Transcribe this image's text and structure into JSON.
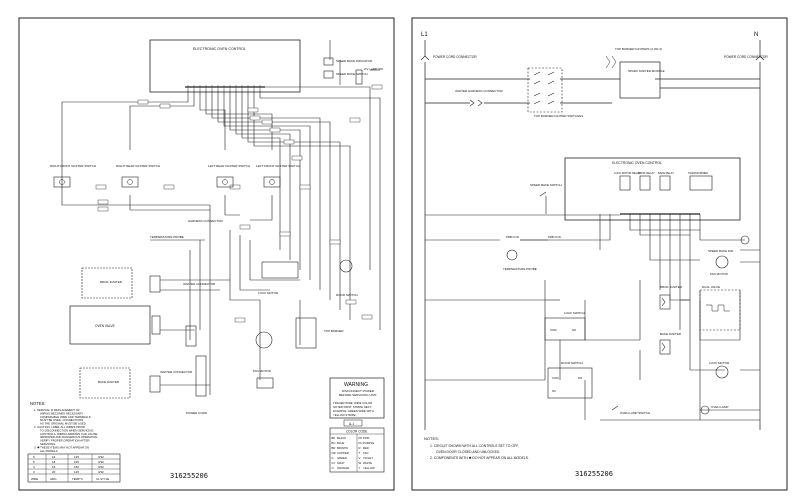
{
  "left_sheet": {
    "oven_control_label": "ELECTRONIC OVEN CONTROL",
    "speed_bake_indicator_label": "SPEED BAKE INDICATOR",
    "speed_bake_switch_label": "SPEED BAKE SWITCH",
    "oven_lamp_switch_label": "OV LAMP SW",
    "igniter_switches": [
      "RIGHT FRONT IGNITER SWITCH",
      "RIGHT REAR IGNITER SWITCH",
      "LEFT REAR IGNITER SWITCH",
      "LEFT FRONT IGNITER SWITCH"
    ],
    "harness_connector_label": "HARNESS CONNECTOR",
    "temperature_probe_label": "TEMPERATURE PROBE",
    "broil_igniter_label": "BROIL IGNITER",
    "igniter_connector_label": "IGNITER CONNECTOR",
    "oven_valve_label": "OVEN VALVE",
    "bake_igniter_label": "BAKE IGNITER",
    "lock_motor_label": "LOCK MOTOR",
    "door_switch_label": "DOOR SWITCH",
    "fan_motor_label": "FAN MOTOR",
    "power_cord_label": "POWER CORD",
    "top_burner_label": "TOP BURNER",
    "notes_title": "NOTES:",
    "notes_lines": [
      "1. SERVICE: IF REPLACEMENT OF",
      "WIRING BECOMES NECESSARY",
      "COMPARABLE WIRE AND TERMINALS",
      "MUST BE USED. CONNECTIONS",
      "AS THE ORIGINAL MUST BE USED.",
      "2. CAUTION: LABEL ALL WIRES PRIOR",
      "TO DISCONNECTION WHEN SERVICING",
      "CONTROLS. WIRING ERRORS CAN CAUSE",
      "IMPROPER AND DANGEROUS OPERATION.",
      "VERIFY PROPER OPERATION AFTER",
      "SERVICING.",
      "3. ✱ THESE ITEMS MAY NOT APPEAR ON",
      "ALL MODELS."
    ],
    "wire_table": {
      "rows": [
        [
          "6",
          "16",
          "125",
          "3/32"
        ],
        [
          "5",
          "18",
          "125",
          "3/32"
        ],
        [
          "4",
          "18",
          "150",
          "3/32"
        ],
        [
          "3",
          "20",
          "125",
          "3/32"
        ]
      ],
      "headers": [
        "WIRE",
        "AWG",
        "TEMP°C",
        "UL STYLE"
      ]
    },
    "warning_title": "WARNING",
    "warning_lines": [
      "DISCONNECT POWER",
      "BEFORE SERVICING UNIT."
    ],
    "tracer_lines": [
      "TRACER WIRE: WIRE COLOR",
      "NOTED FIRST, STRIPE NEXT.",
      "EXAMPLE: GREEN WIRE WITH",
      "YELLOW STRIPE."
    ],
    "color_code_title": "COLOR CODE",
    "color_code": [
      [
        "BK",
        "BLACK",
        "PK",
        "PINK"
      ],
      [
        "BU",
        "BLUE",
        "PU",
        "PURPLE"
      ],
      [
        "BR",
        "BROWN",
        "R",
        "RED"
      ],
      [
        "OR",
        "COPPER",
        "T",
        "TAN"
      ],
      [
        "G",
        "GREEN",
        "V",
        "VIOLET"
      ],
      [
        "GY",
        "GRAY",
        "W",
        "WHITE"
      ],
      [
        "O",
        "ORANGE",
        "Y",
        "YELLOW"
      ]
    ],
    "part_number": "316255206",
    "page_mark": "A-1"
  },
  "right_sheet": {
    "l1_label": "L1",
    "n_label": "N",
    "power_cord_connector_left": "POWER CORD CONNECTOR",
    "power_cord_connector_right": "POWER CORD CONNECTOR",
    "top_burner_igniters_label": "TOP BURNER IGNITERS (2 OR 4)",
    "spark_igniter_module_label": "SPARK IGNITER MODULE",
    "igniter_harness_connector_label": "IGNITER HARNESS CONNECTOR",
    "top_burner_igniter_switches_label": "TOP BURNER IGNITER SWITCHES",
    "oven_control_label": "ELECTRONIC OVEN CONTROL",
    "relay_labels": [
      "LOCK MOTOR RELAY",
      "BROIL RELAY",
      "BAKE RELAY",
      "TRANSFORMER"
    ],
    "speed_bake_switch_label": "SPEED BAKE SWITCH",
    "speed_bake_ind_label": "SPEED BAKE IND.",
    "fan_motor_label": "FAN MOTOR",
    "temperature_probe_label": "TEMPERATURE PROBE",
    "probe_con_labels": [
      "PRB CON",
      "PRB CON"
    ],
    "broil_igniter_label": "BROIL IGNITER",
    "dual_valve_label": "DUAL VALVE",
    "bake_igniter_label": "BAKE IGNITER",
    "lock_switch_label": "LOCK SWITCH",
    "door_switch_label": "DOOR SWITCH",
    "lock_motor_label": "LOCK MOTOR",
    "oven_lamp_switch_label": "OVEN LAMP SWITCH",
    "oven_lamp_label": "OVEN LAMP",
    "com_label": "COM",
    "no_label": "NO",
    "nc_label": "NC",
    "notes_title": "NOTES:",
    "notes_lines": [
      "1. CIRCUIT SHOWN WITH ALL CONTROLS SET TO OFF,",
      "OVEN DOOR CLOSED AND UNLOCKED.",
      "2. COMPONENTS WITH ✱ DO NOT APPEAR ON ALL MODELS."
    ],
    "part_number": "316255206"
  }
}
